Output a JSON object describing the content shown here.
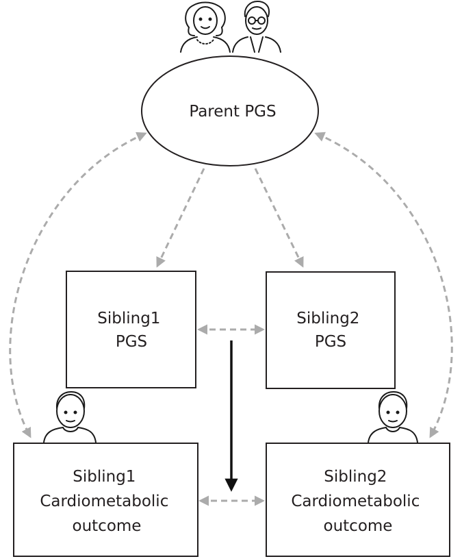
{
  "nodes": {
    "parent": {
      "label": "Parent PGS"
    },
    "sibling1_pgs": {
      "line1": "Sibling1",
      "line2": "PGS"
    },
    "sibling2_pgs": {
      "line1": "Sibling2",
      "line2": "PGS"
    },
    "sibling1_outcome": {
      "line1": "Sibling1",
      "line2": "Cardiometabolic",
      "line3": "outcome"
    },
    "sibling2_outcome": {
      "line1": "Sibling2",
      "line2": "Cardiometabolic",
      "line3": "outcome"
    }
  },
  "icons": [
    "grandmother-icon",
    "grandfather-icon",
    "boy-icon",
    "boy-icon"
  ],
  "colors": {
    "dashed_arrow": "#ababab",
    "solid_arrow": "#111111",
    "box_stroke": "#231f20"
  }
}
